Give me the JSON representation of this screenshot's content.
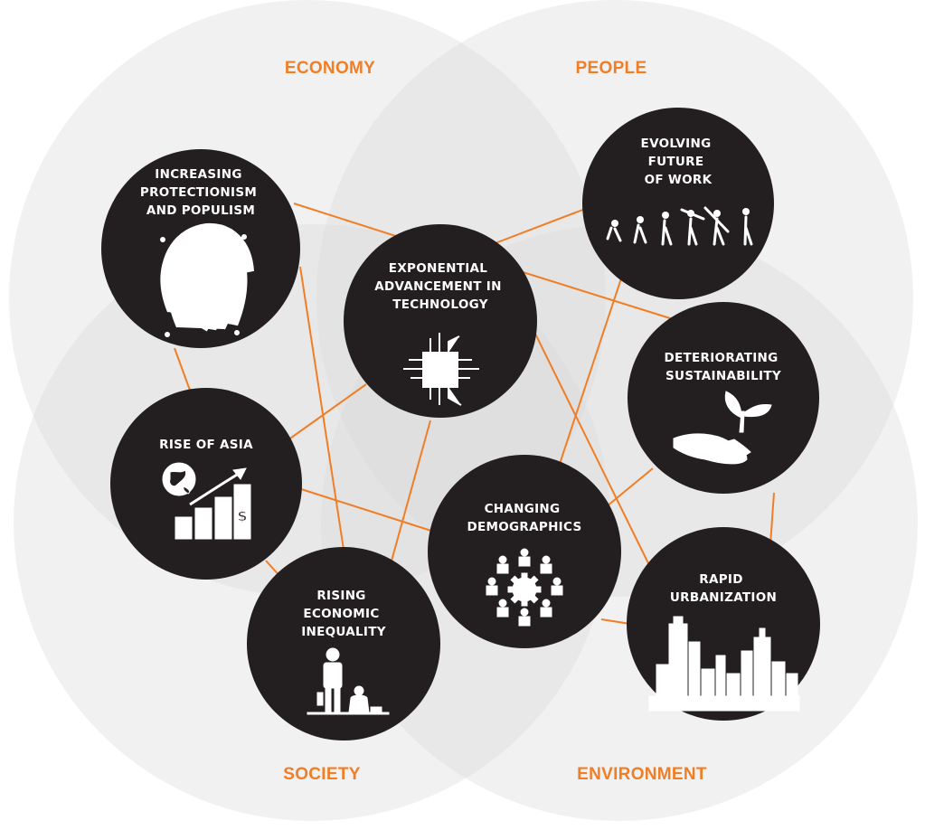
{
  "quadrants": {
    "economy": "ECONOMY",
    "people": "PEOPLE",
    "society": "SOCIETY",
    "environment": "ENVIRONMENT"
  },
  "colors": {
    "accent": "#f07e26",
    "node": "#231f20",
    "venn": "#d9d9d9"
  },
  "nodes": {
    "protectionism": {
      "lines": [
        "INCREASING",
        "PROTECTIONISM",
        "AND POPULISM"
      ],
      "icon": "fingerprint-icon"
    },
    "future_work": {
      "lines": [
        "EVOLVING",
        "FUTURE",
        "OF WORK"
      ],
      "icon": "evolution-figures-icon"
    },
    "technology": {
      "lines": [
        "EXPONENTIAL",
        "ADVANCEMENT IN",
        "TECHNOLOGY"
      ],
      "icon": "microchip-icon"
    },
    "sustainability": {
      "lines": [
        "DETERIORATING",
        "SUSTAINABILITY"
      ],
      "icon": "hand-sprout-icon"
    },
    "asia": {
      "lines": [
        "RISE OF ASIA"
      ],
      "icon": "globe-growth-chart-icon",
      "currency": "$"
    },
    "demographics": {
      "lines": [
        "CHANGING",
        "DEMOGRAPHICS"
      ],
      "icon": "people-gear-icon"
    },
    "urbanization": {
      "lines": [
        "RAPID",
        "URBANIZATION"
      ],
      "icon": "city-skyline-icon"
    },
    "inequality": {
      "lines": [
        "RISING",
        "ECONOMIC",
        "INEQUALITY"
      ],
      "icon": "standing-sitting-figures-icon"
    }
  }
}
